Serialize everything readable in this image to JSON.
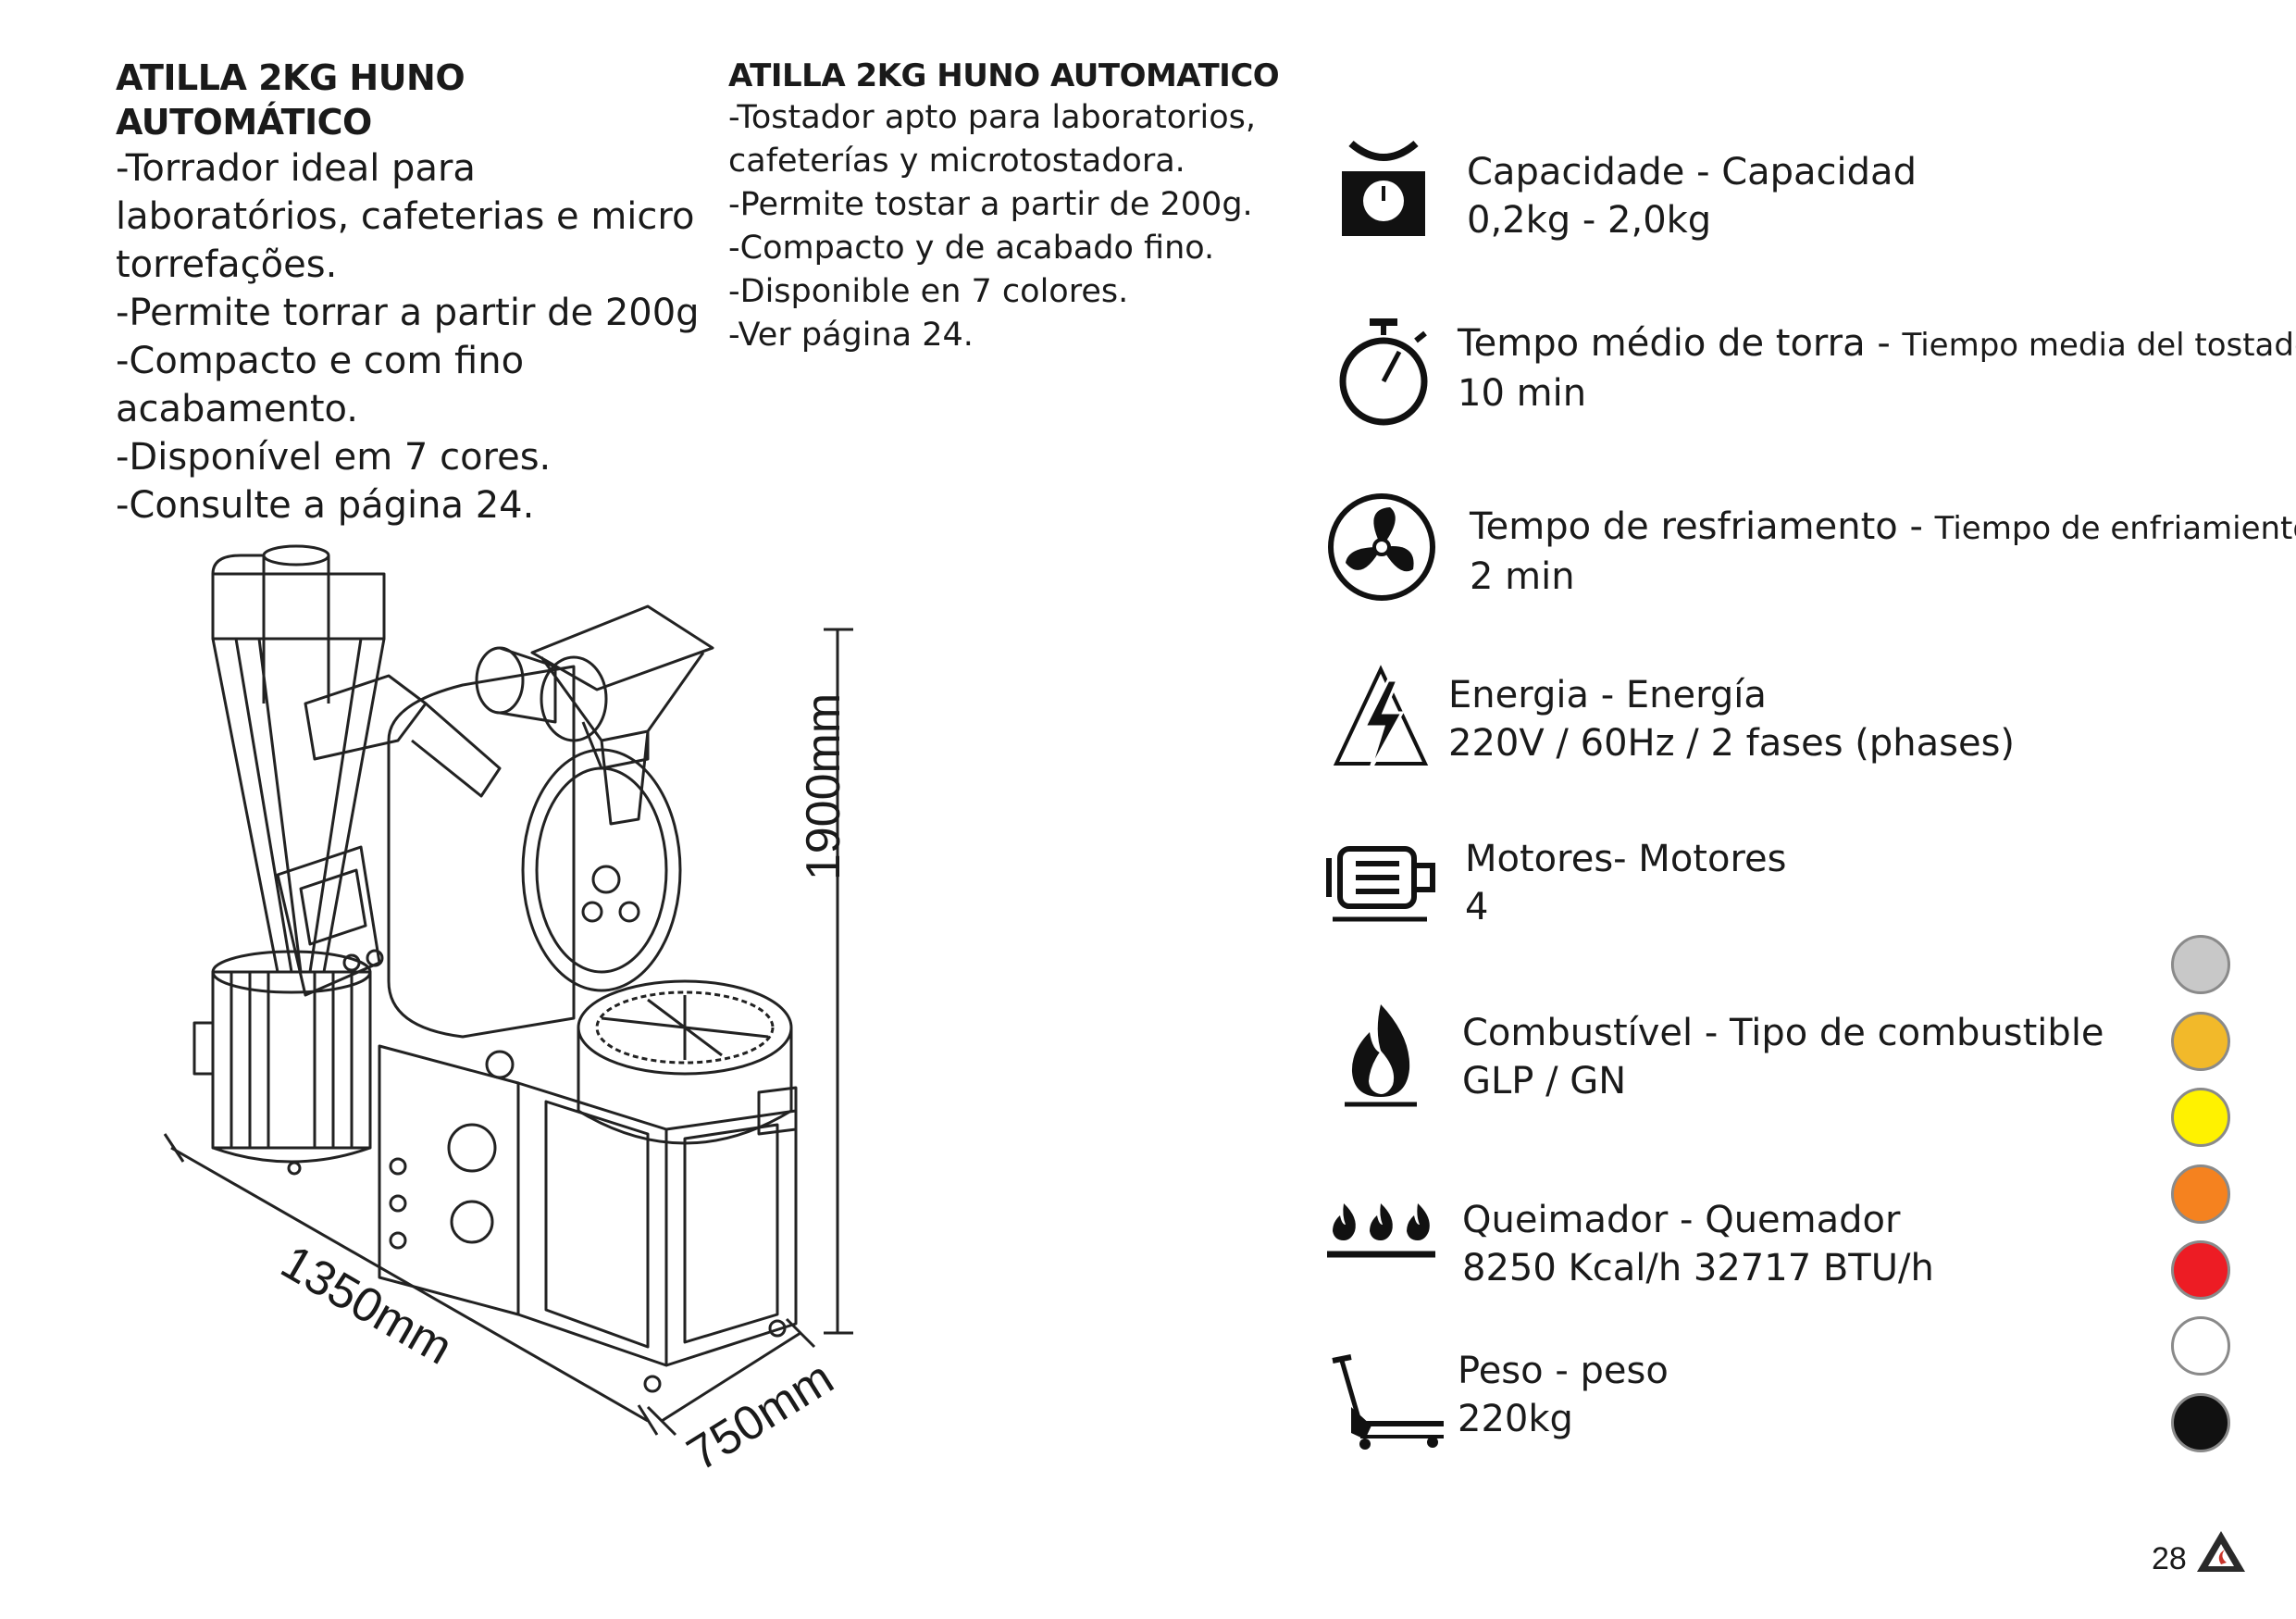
{
  "portuguese": {
    "title": "ATILLA 2KG HUNO AUTOMÁTICO",
    "lines": [
      "-Torrador ideal para",
      "laboratórios, cafeterias e micro",
      "torrefações.",
      "-Permite torrar a partir de 200g",
      "-Compacto e com fino",
      "acabamento.",
      "-Disponível em 7 cores.",
      "-Consulte a página 24."
    ]
  },
  "spanish": {
    "title": "ATILLA 2KG HUNO AUTOMATICO",
    "lines": [
      "-Tostador apto para laboratorios,",
      "cafeterías y microtostadora.",
      "-Permite tostar a partir de 200g.",
      "-Compacto y de acabado fino.",
      "-Disponible en 7 colores.",
      "-Ver página 24."
    ]
  },
  "dimensions": {
    "height": "1900mm",
    "length": "1350mm",
    "depth": "750mm"
  },
  "specs": [
    {
      "icon": "scale-icon",
      "label": "Capacidade - Capacidad",
      "label_small": "",
      "value": "0,2kg - 2,0kg"
    },
    {
      "icon": "stopwatch-icon",
      "label": "Tempo médio de torra - ",
      "label_small": "Tiempo media del tostado",
      "value": "10 min"
    },
    {
      "icon": "fan-icon",
      "label": "Tempo de resfriamento - ",
      "label_small": "Tiempo de enfriamiento",
      "value": "2 min"
    },
    {
      "icon": "lightning-icon",
      "label": "Energia - Energía",
      "label_small": "",
      "value": "220V / 60Hz / 2 fases (phases)"
    },
    {
      "icon": "motor-icon",
      "label": "Motores- Motores",
      "label_small": "",
      "value": "4"
    },
    {
      "icon": "flame-icon",
      "label": "Combustível - Tipo de combustible",
      "label_small": "",
      "value": "GLP / GN"
    },
    {
      "icon": "burner-icon",
      "label": "Queimador - Quemador",
      "label_small": "",
      "value": "8250 Kcal/h  32717 BTU/h"
    },
    {
      "icon": "pallet-jack-icon",
      "label": "Peso - peso",
      "label_small": "",
      "value": "220kg"
    }
  ],
  "colors": [
    "#c8c8c8",
    "#f2b92a",
    "#fff200",
    "#f5821f",
    "#ed1c24",
    "#ffffff",
    "#111111"
  ],
  "page_number": "28"
}
